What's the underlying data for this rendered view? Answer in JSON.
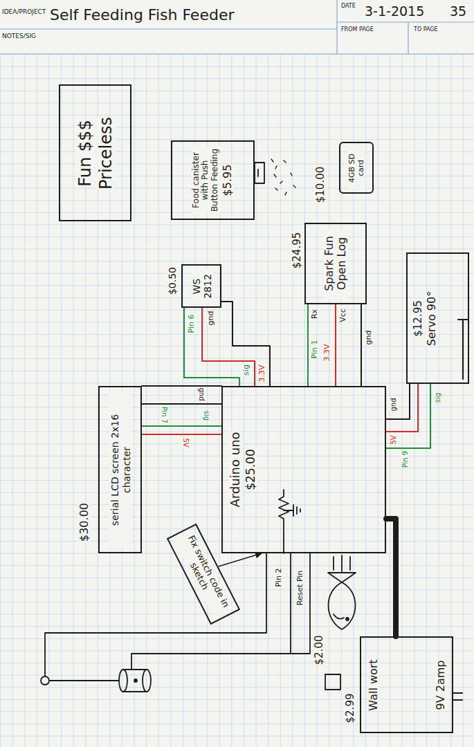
{
  "diagram": {
    "title": "Self Feeding Fish Feeder",
    "nodes": [
      {
        "text": [
          "Fun $$$",
          "Priceless"
        ]
      },
      {
        "text": [
          "Food canister with Push Button Feeding",
          "$5.95"
        ]
      },
      {
        "text": [
          "$10.00",
          "4GB SD card"
        ]
      },
      {
        "text": [
          "$0.50",
          "WS 2812"
        ]
      },
      {
        "text": [
          "$24.95",
          "Spark Fun Open Log"
        ]
      },
      {
        "text": [
          "$12.95",
          "Servo 90°"
        ]
      },
      {
        "text": [
          "$30.00",
          "serial LCD screen 2x16 character"
        ]
      },
      {
        "text": [
          "Arduino uno",
          "$25.00"
        ]
      },
      {
        "text": [
          "Fix switch code in sketch"
        ]
      },
      {
        "text": [
          "$2.99",
          "Wall wort",
          "9V 2amp"
        ]
      }
    ],
    "edges": [
      {
        "from": 3,
        "to": 7,
        "arrow": "none"
      },
      {
        "from": 3,
        "to": 7,
        "arrow": "none"
      },
      {
        "from": 3,
        "to": 7,
        "arrow": "none"
      },
      {
        "from": 4,
        "to": 7,
        "arrow": "none"
      },
      {
        "from": 4,
        "to": 7,
        "arrow": "none"
      },
      {
        "from": 4,
        "to": 7,
        "arrow": "none"
      },
      {
        "from": 5,
        "to": 7,
        "arrow": "none"
      },
      {
        "from": 5,
        "to": 7,
        "arrow": "none"
      },
      {
        "from": 5,
        "to": 7,
        "arrow": "none"
      },
      {
        "from": 6,
        "to": 7,
        "arrow": "none"
      },
      {
        "from": 6,
        "to": 7,
        "arrow": "none"
      },
      {
        "from": 6,
        "to": 7,
        "arrow": "none"
      },
      {
        "from": 9,
        "to": 7,
        "arrow": "none"
      },
      {
        "from": 8,
        "to": 7,
        "arrow": "to"
      }
    ],
    "labels": [
      "IDEA/PROJECT",
      "NOTES/SIG",
      "DATE",
      "3-1-2015",
      "35",
      "FROM PAGE",
      "TO PAGE",
      "Pin 6",
      "gnd",
      "sig",
      "3.3V",
      "Rx",
      "Vcc",
      "gnd",
      "Pin 1",
      "3.3V",
      "gnd",
      "Pin 7",
      "sig",
      "5V",
      "gnd",
      "5V",
      "sig",
      "Pin 9",
      "Pin 2",
      "Reset Pin",
      "$2.00"
    ]
  }
}
